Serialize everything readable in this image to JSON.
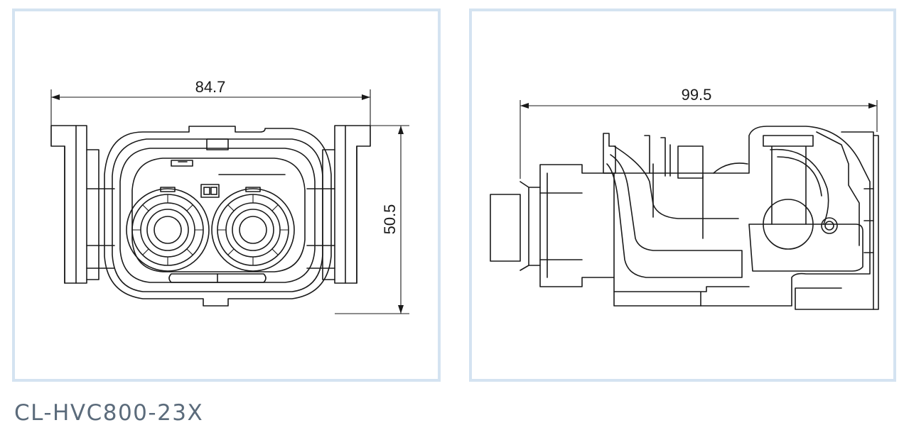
{
  "front_view": {
    "width_dimension": "84.7",
    "height_dimension": "50.5"
  },
  "side_view": {
    "length_dimension": "99.5"
  },
  "part_number": "CL-HVC800-23X"
}
